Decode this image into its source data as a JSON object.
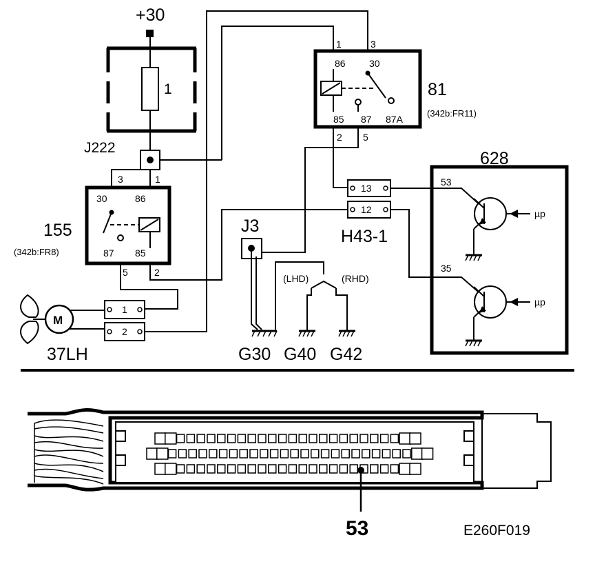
{
  "supply_label": "+30",
  "fuse": {
    "label": "1"
  },
  "junction_top": {
    "label": "J222"
  },
  "relay_155": {
    "label": "155",
    "ref": "(342b:FR8)",
    "pins": [
      "30",
      "86",
      "87",
      "85"
    ],
    "wire_numbers": [
      "3",
      "1",
      "5",
      "2"
    ]
  },
  "relay_81": {
    "label": "81",
    "ref": "(342b:FR11)",
    "pins": [
      "86",
      "30",
      "85",
      "87",
      "87A"
    ],
    "wire_numbers": [
      "1",
      "3",
      "2",
      "5"
    ]
  },
  "connector_h43": {
    "label": "H43-1",
    "pins": [
      "13",
      "12"
    ]
  },
  "ecu_628": {
    "label": "628",
    "pins": [
      "53",
      "35"
    ],
    "signal": [
      "µp",
      "µp"
    ]
  },
  "junction_j3": {
    "label": "J3"
  },
  "fan_motor": {
    "label": "37LH",
    "symbol": "M",
    "pins": [
      "1",
      "2"
    ]
  },
  "grounds": {
    "variants": [
      "(LHD)",
      "(RHD)"
    ],
    "labels": [
      "G30",
      "G40",
      "G42"
    ]
  },
  "connector_callout": "53",
  "figure_code": "E260F019"
}
